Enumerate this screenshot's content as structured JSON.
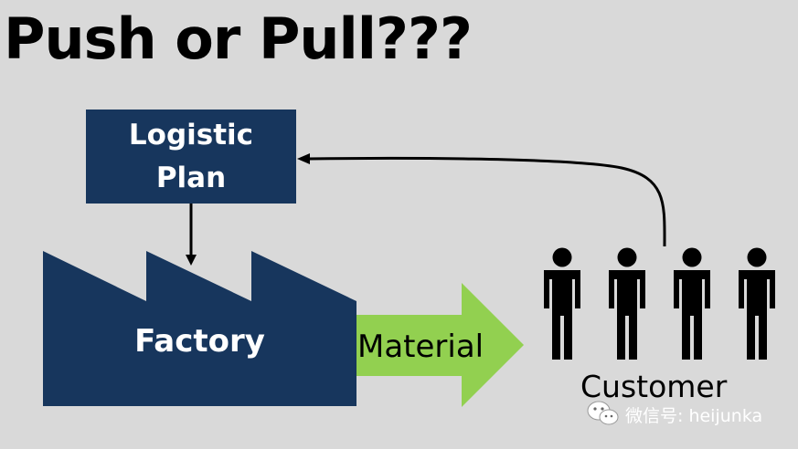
{
  "title": "Push or Pull???",
  "logistic_plan": {
    "line1": "Logistic",
    "line2": "Plan"
  },
  "factory": {
    "label": "Factory"
  },
  "material": {
    "label": "Material"
  },
  "customer": {
    "label": "Customer",
    "people_count": 4
  },
  "watermark": {
    "text": "微信号: heijunka",
    "icon": "wechat-icon"
  },
  "colors": {
    "background": "#d9d9d9",
    "navy": "#17365d",
    "arrow_green": "#92d050",
    "text_dark": "#000000",
    "text_light": "#ffffff"
  }
}
